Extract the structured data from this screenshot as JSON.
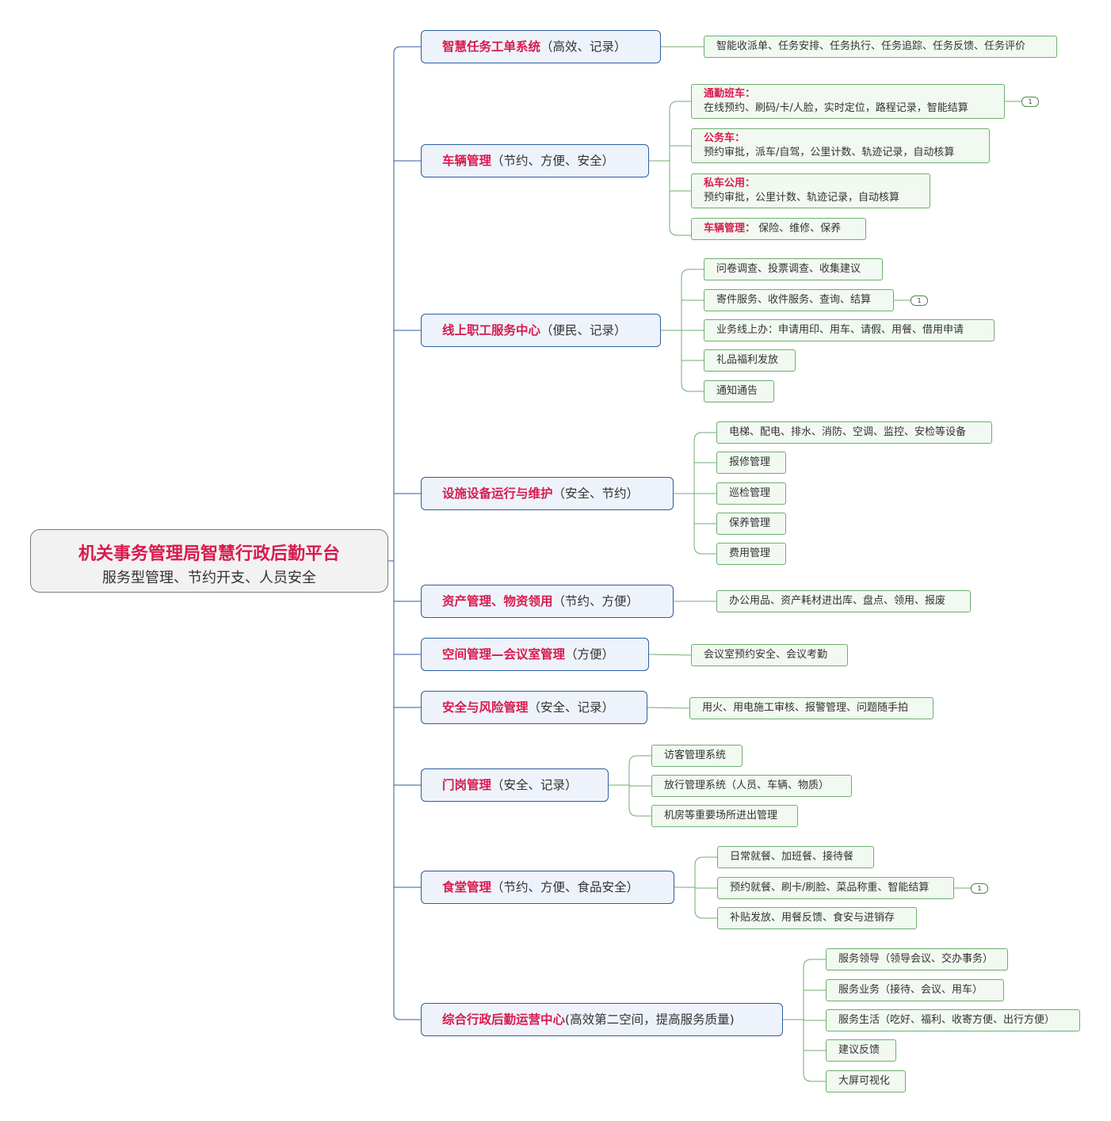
{
  "root": {
    "title": "机关事务管理局智慧行政后勤平台",
    "subtitle": "服务型管理、节约开支、人员安全"
  },
  "branches": [
    {
      "title": "智慧任务工单系统",
      "note": "（高效、记录）",
      "items": [
        {
          "text": "智能收派单、任务安排、任务执行、任务追踪、任务反馈、任务评价"
        }
      ]
    },
    {
      "title": "车辆管理",
      "note": "（节约、方便、安全）",
      "items": [
        {
          "label": "通勤班车：",
          "text": "在线预约、刷码/卡/人脸，实时定位，路程记录，智能结算",
          "badge": "1"
        },
        {
          "label": "公务车：",
          "text": "预约审批，派车/自驾，公里计数、轨迹记录，自动核算"
        },
        {
          "label": "私车公用：",
          "text": "预约审批，公里计数、轨迹记录，自动核算"
        },
        {
          "label": "车辆管理：",
          "text": " 保险、维修、保养"
        }
      ]
    },
    {
      "title": "线上职工服务中心",
      "note": "（便民、记录）",
      "items": [
        {
          "text": "问卷调查、投票调查、收集建议"
        },
        {
          "text": "寄件服务、收件服务、查询、结算",
          "badge": "1"
        },
        {
          "text": "业务线上办：申请用印、用车、请假、用餐、借用申请"
        },
        {
          "text": "礼品福利发放"
        },
        {
          "text": "通知通告"
        }
      ]
    },
    {
      "title": "设施设备运行与维护",
      "note": "（安全、节约）",
      "items": [
        {
          "text": "电梯、配电、排水、消防、空调、监控、安检等设备"
        },
        {
          "text": "报修管理"
        },
        {
          "text": "巡检管理"
        },
        {
          "text": "保养管理"
        },
        {
          "text": "费用管理"
        }
      ]
    },
    {
      "title": "资产管理、物资领用",
      "note": "（节约、方便）",
      "items": [
        {
          "text": "办公用品、资产耗材进出库、盘点、领用、报废"
        }
      ]
    },
    {
      "title": "空间管理—会议室管理",
      "note": "（方便）",
      "items": [
        {
          "text": "会议室预约安全、会议考勤"
        }
      ]
    },
    {
      "title": "安全与风险管理",
      "note": "（安全、记录）",
      "items": [
        {
          "text": "用火、用电施工审核、报警管理、问题随手拍"
        }
      ]
    },
    {
      "title": "门岗管理",
      "note": "（安全、记录）",
      "items": [
        {
          "text": "访客管理系统"
        },
        {
          "text": "放行管理系统（人员、车辆、物质）"
        },
        {
          "text": "机房等重要场所进出管理"
        }
      ]
    },
    {
      "title": "食堂管理",
      "note": "（节约、方便、食品安全）",
      "items": [
        {
          "text": "日常就餐、加班餐、接待餐"
        },
        {
          "text": "预约就餐、刷卡/刷脸、菜品称重、智能结算",
          "badge": "1"
        },
        {
          "text": "补贴发放、用餐反馈、食安与进销存"
        }
      ]
    },
    {
      "title": "综合行政后勤运营中心",
      "note": "(高效第二空间，提高服务质量)",
      "items": [
        {
          "text": "服务领导（领导会议、交办事务）"
        },
        {
          "text": "服务业务（接待、会议、用车）"
        },
        {
          "text": "服务生活（吃好、福利、收寄方便、出行方便）"
        },
        {
          "text": "建议反馈"
        },
        {
          "text": "大屏可视化"
        }
      ]
    }
  ],
  "colors": {
    "accent": "#d81b4e",
    "branch_border": "#2e5d9f",
    "leaf_border": "#6fae6f",
    "leaf_fill": "#f1f9f1"
  }
}
